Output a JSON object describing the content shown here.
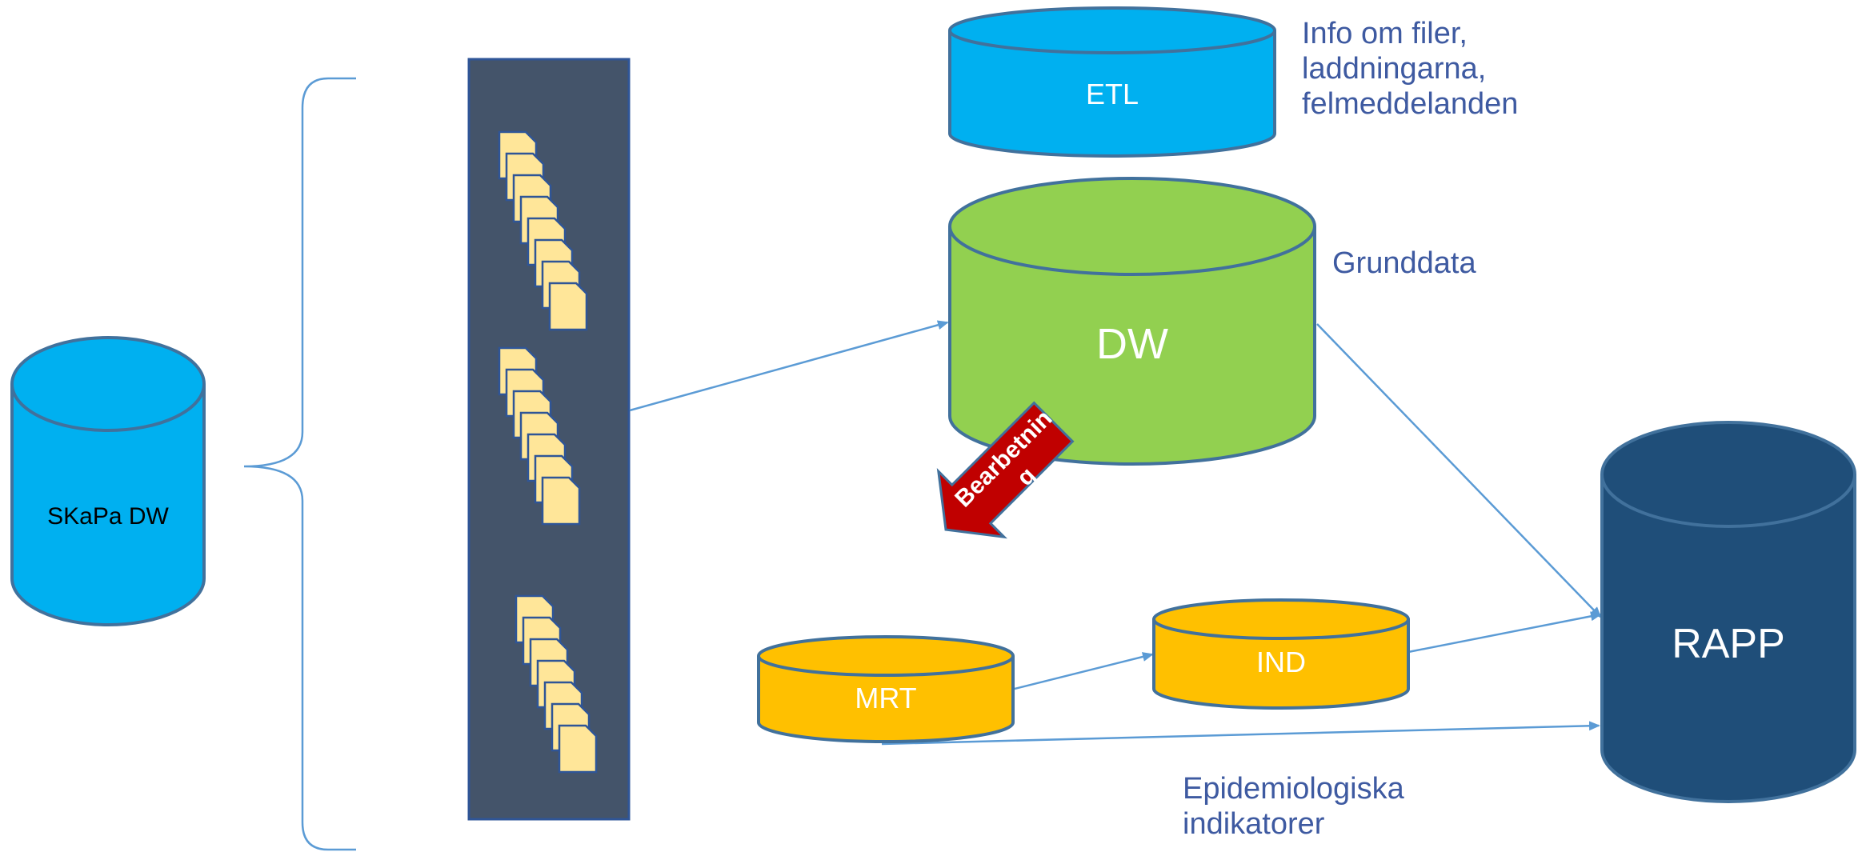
{
  "diagram": {
    "nodes": {
      "skapa": {
        "label": "SKaPa DW",
        "color": "#00b0f0"
      },
      "etl": {
        "label": "ETL",
        "color": "#00b0f0"
      },
      "dw": {
        "label": "DW",
        "color": "#92d050"
      },
      "mrt": {
        "label": "MRT",
        "color": "#ffc000"
      },
      "ind": {
        "label": "IND",
        "color": "#ffc000"
      },
      "rapp": {
        "label": "RAPP",
        "color": "#1f4e79"
      }
    },
    "notes": {
      "etl_info": [
        "Info om filer,",
        "laddningarna,",
        "felmeddelanden"
      ],
      "dw_info": "Grunddata",
      "epi": [
        "Epidemiologiska",
        "indikatorer"
      ]
    },
    "process_arrow": {
      "label": "Bearbetning",
      "color": "#c00000"
    },
    "files_panel": {
      "color": "#44546a",
      "file_color": "#ffe699",
      "groups": 3
    },
    "connector_color": "#5b9bd5"
  }
}
